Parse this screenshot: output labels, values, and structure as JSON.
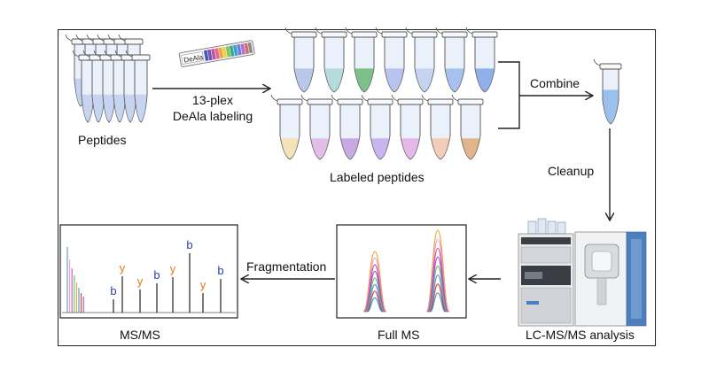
{
  "labels": {
    "peptides": "Peptides",
    "plex": "13-plex",
    "deala_labeling": "DeAla labeling",
    "kit_tag": "DeAla",
    "labeled_peptides": "Labeled peptides",
    "combine": "Combine",
    "cleanup": "Cleanup",
    "lcms": "LC-MS/MS analysis",
    "fullms": "Full MS",
    "fragmentation": "Fragmentation",
    "msms": "MS/MS"
  },
  "ion_labels": [
    "b",
    "y",
    "y",
    "b",
    "y",
    "b",
    "y",
    "b"
  ],
  "colors": {
    "b_ion": "#2a3db0",
    "y_ion": "#e07a1c",
    "tube_outline": "#555555",
    "tube_fill": "#eaf1fb"
  },
  "tube_tints_top_row": [
    "#b9c7ea",
    "#b4dcdc",
    "#7dc08a",
    "#b9c4ee",
    "#c3d3f0",
    "#a7c2ee",
    "#8fb0ea"
  ],
  "tube_tints_bottom_row": [
    "#f4e2b8",
    "#e3bde8",
    "#c9a8e6",
    "#c7b6ee",
    "#e6b8ea",
    "#f2cdb8",
    "#e2b48c"
  ],
  "peak_colors": [
    "#f59a2a",
    "#e8a0d0",
    "#c94fa8",
    "#a24fc8",
    "#5fbf6f",
    "#6a8ad8",
    "#d63b3b",
    "#3aa0c8"
  ]
}
